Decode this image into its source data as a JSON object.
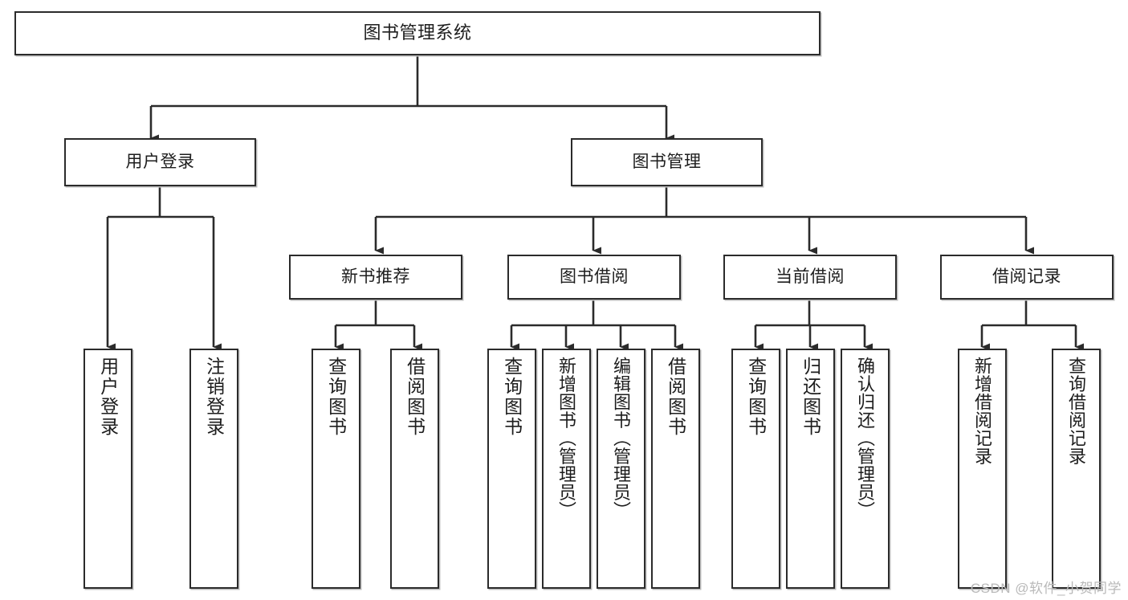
{
  "diagram": {
    "title": "图书管理系统",
    "type": "tree",
    "watermark": "CSDN @软件_小贺同学",
    "colors": {
      "box_border": "#2b2b2b",
      "box_fill": "#ffffff",
      "connector": "#2b2b2b",
      "shadow": "#bdbdbd",
      "text": "#1d1d1d",
      "watermark": "#b9b9b9"
    },
    "levels": {
      "root": {
        "label": "图书管理系统"
      },
      "modules": [
        {
          "id": "user-login",
          "label": "用户登录"
        },
        {
          "id": "book-management",
          "label": "图书管理"
        }
      ],
      "submodules": [
        {
          "id": "new-book-recommend",
          "label": "新书推荐",
          "parent": "book-management"
        },
        {
          "id": "book-borrow",
          "label": "图书借阅",
          "parent": "book-management"
        },
        {
          "id": "current-borrow",
          "label": "当前借阅",
          "parent": "book-management"
        },
        {
          "id": "borrow-record",
          "label": "借阅记录",
          "parent": "book-management"
        }
      ],
      "leaves": [
        {
          "id": "leaf-user-login",
          "label": "用户登录",
          "parent": "user-login"
        },
        {
          "id": "leaf-logout-login",
          "label": "注销登录",
          "parent": "user-login"
        },
        {
          "id": "leaf-query-book-1",
          "label": "查询图书",
          "parent": "new-book-recommend"
        },
        {
          "id": "leaf-borrow-book-1",
          "label": "借阅图书",
          "parent": "new-book-recommend"
        },
        {
          "id": "leaf-query-book-2",
          "label": "查询图书",
          "parent": "book-borrow"
        },
        {
          "id": "leaf-add-book",
          "label": "新增图书（管理员）",
          "parent": "book-borrow"
        },
        {
          "id": "leaf-edit-book",
          "label": "编辑图书（管理员）",
          "parent": "book-borrow"
        },
        {
          "id": "leaf-borrow-book-2",
          "label": "借阅图书",
          "parent": "book-borrow"
        },
        {
          "id": "leaf-query-book-3",
          "label": "查询图书",
          "parent": "current-borrow"
        },
        {
          "id": "leaf-return-book",
          "label": "归还图书",
          "parent": "current-borrow"
        },
        {
          "id": "leaf-confirm-return",
          "label": "确认归还（管理员）",
          "parent": "current-borrow"
        },
        {
          "id": "leaf-add-record",
          "label": "新增借阅记录",
          "parent": "borrow-record"
        },
        {
          "id": "leaf-query-record",
          "label": "查询借阅记录",
          "parent": "borrow-record"
        }
      ]
    }
  }
}
